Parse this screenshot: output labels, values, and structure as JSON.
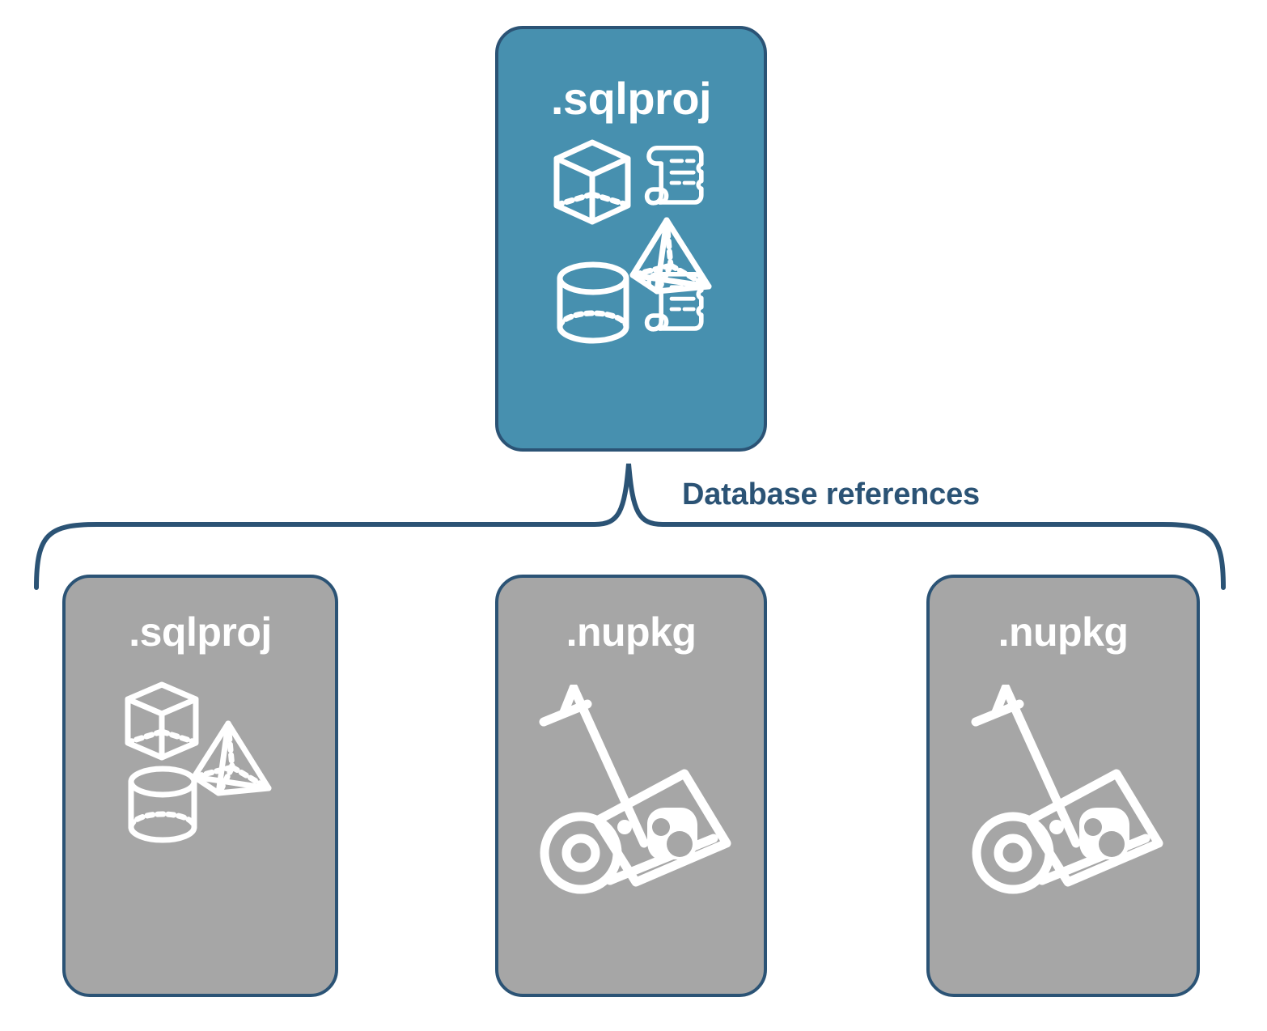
{
  "diagram": {
    "title_label": "Database references",
    "colors": {
      "primary_fill": "#4790AF",
      "secondary_fill": "#A6A6A6",
      "stroke": "#2B5375",
      "icon": "#FFFFFF",
      "background": "#FFFFFF"
    }
  },
  "nodes": {
    "root": {
      "label": ".sqlproj",
      "icon_name": "database-objects-icon",
      "icon_parts": [
        "cube-wireframe-icon",
        "pyramid-wireframe-icon",
        "cylinder-wireframe-icon",
        "script-scroll-icon",
        "script-scroll-icon"
      ],
      "fill": "primary"
    },
    "references": [
      {
        "label": ".sqlproj",
        "icon_name": "database-objects-icon",
        "icon_parts": [
          "cube-wireframe-icon",
          "pyramid-wireframe-icon",
          "cylinder-wireframe-icon"
        ],
        "fill": "secondary"
      },
      {
        "label": ".nupkg",
        "icon_name": "package-hand-truck-icon",
        "icon_parts": [
          "hand-truck-icon",
          "nuget-package-box-icon"
        ],
        "fill": "secondary"
      },
      {
        "label": ".nupkg",
        "icon_name": "package-hand-truck-icon",
        "icon_parts": [
          "hand-truck-icon",
          "nuget-package-box-icon"
        ],
        "fill": "secondary"
      }
    ]
  },
  "connector": {
    "name": "database-references-bracket",
    "kind": "curly-bracket",
    "label": "Database references"
  }
}
